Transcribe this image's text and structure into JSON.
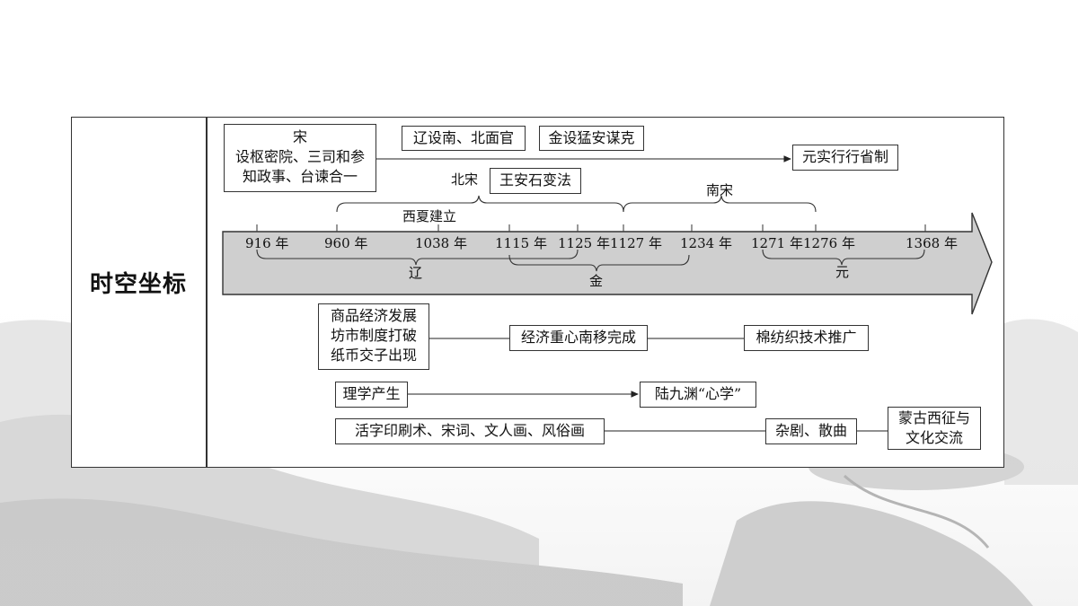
{
  "section_title": "时空坐标",
  "timeline_years": [
    "916 年",
    "960 年",
    "1038 年",
    "1115 年",
    "1125 年",
    "1127 年",
    "1234 年",
    "1271 年",
    "1276 年",
    "1368 年"
  ],
  "dynasties": {
    "song": "宋",
    "bei_song": "北宋",
    "nan_song": "南宋",
    "xixia": "西夏建立",
    "liao": "辽",
    "jin": "金",
    "yuan": "元"
  },
  "events": {
    "song_institutions": [
      "设枢密院、三司和参",
      "知政事、台谏合一"
    ],
    "liao_officials": "辽设南、北面官",
    "jin_mengan": "金设猛安谋克",
    "yuan_province": "元实行行省制",
    "wang_anshi": "王安石变法"
  },
  "economy": {
    "lines": [
      "商品经济发展",
      "坊市制度打破",
      "纸币交子出现"
    ],
    "center_shift": "经济重心南移完成",
    "cotton": "棉纺织技术推广"
  },
  "culture": {
    "neo_confucianism": "理学产生",
    "lu_jiuyuan": "陆九渊“心学”",
    "arts": "活字印刷术、宋词、文人画、风俗画",
    "zaju": "杂剧、散曲",
    "mongol": [
      "蒙古西征与",
      "文化交流"
    ]
  }
}
